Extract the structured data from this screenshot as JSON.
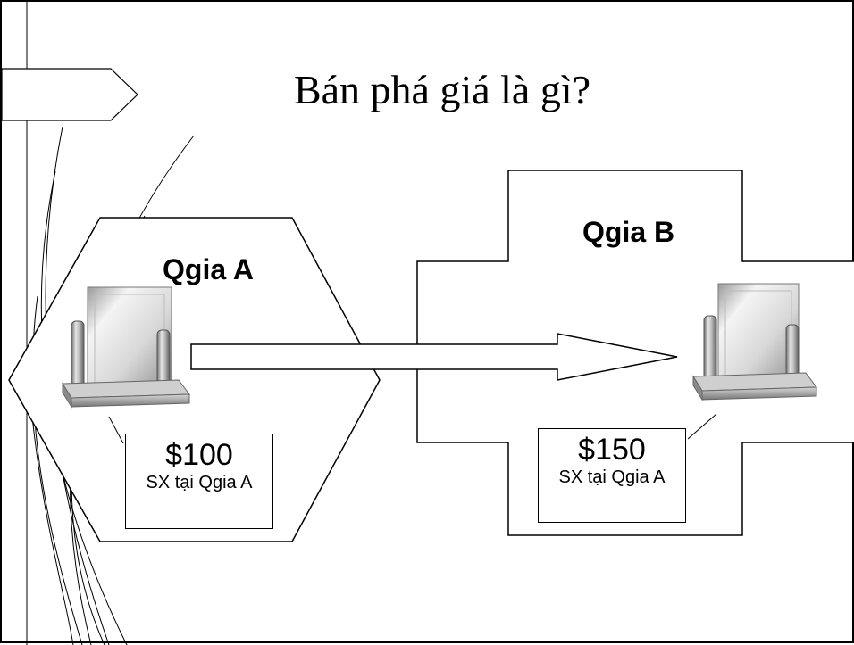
{
  "slide": {
    "title": "Bán phá giá là gì?"
  },
  "country_a": {
    "label": "Qgia A",
    "price": "$100",
    "description": "SX tại Qgia A"
  },
  "country_b": {
    "label": "Qgia B",
    "price": "$150",
    "description": "SX tại Qgia A"
  },
  "icons": {
    "product_a": "trophy-frame-icon",
    "product_b": "trophy-frame-icon",
    "export_arrow": "right-arrow-icon",
    "title_chevron": "chevron-right-icon"
  }
}
